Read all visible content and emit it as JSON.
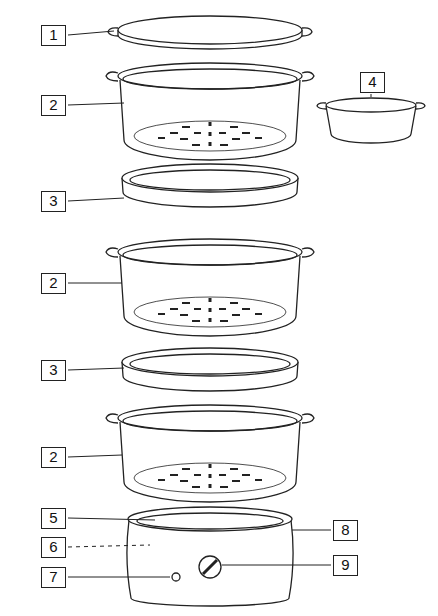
{
  "diagram": {
    "labels": [
      "1",
      "2",
      "4",
      "3",
      "2",
      "3",
      "2",
      "5",
      "8",
      "6",
      "7",
      "9"
    ]
  }
}
